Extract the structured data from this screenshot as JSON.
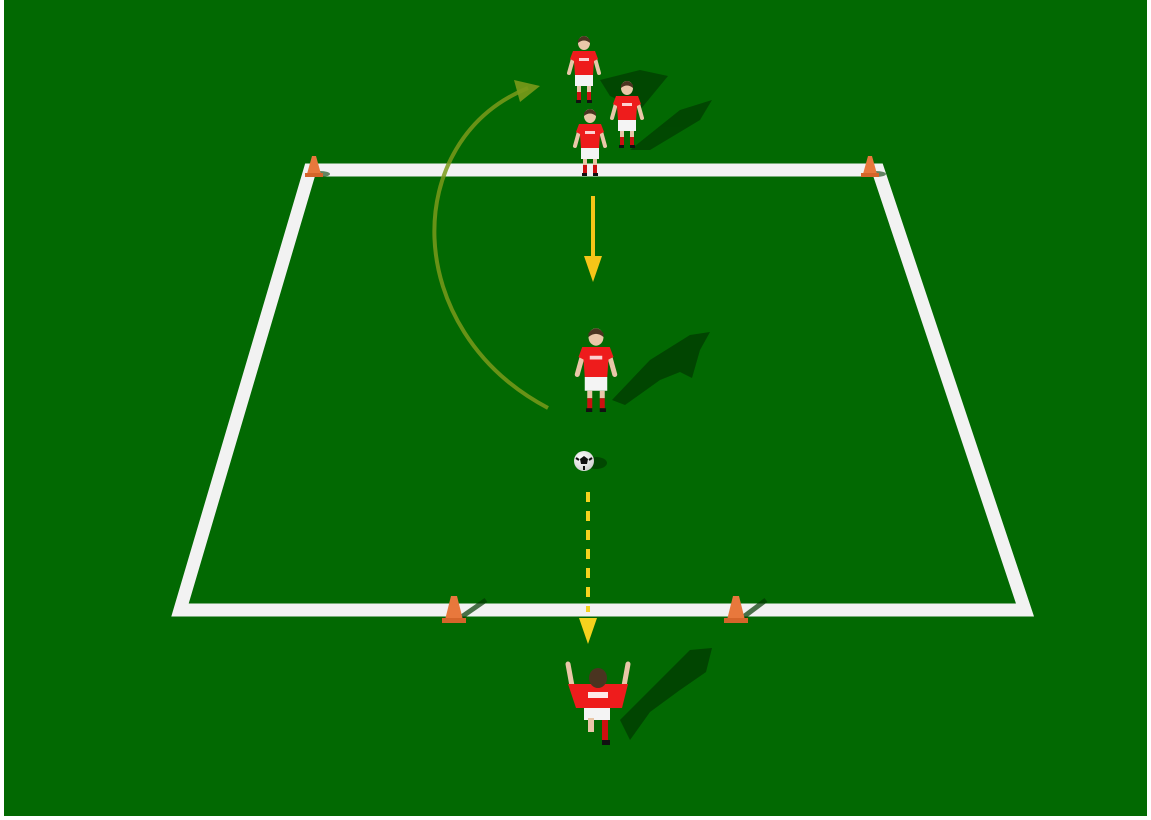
{
  "colors": {
    "pitch": "#026902",
    "pitch_border": "#ffffff",
    "lines": "#f2f2f2",
    "cone": "#e8783c",
    "arrow_run": "#f5c518",
    "arrow_pass": "#f5d21e",
    "arrow_rotate": "#7a9a1a",
    "kit_shirt": "#ee1c1c",
    "kit_shorts": "#f4f4f4",
    "kit_socks": "#cc1010",
    "shadow": "#013a01"
  },
  "elements": {
    "area": "grid-square",
    "cones": [
      "cone",
      "cone",
      "cone",
      "cone"
    ],
    "players": [
      "waiting-player",
      "waiting-player",
      "waiting-player",
      "middle-player",
      "server-player"
    ],
    "ball": "ball",
    "arrows": [
      "run-arrow-solid",
      "pass-arrow-dashed",
      "rotation-arrow-curved"
    ]
  }
}
